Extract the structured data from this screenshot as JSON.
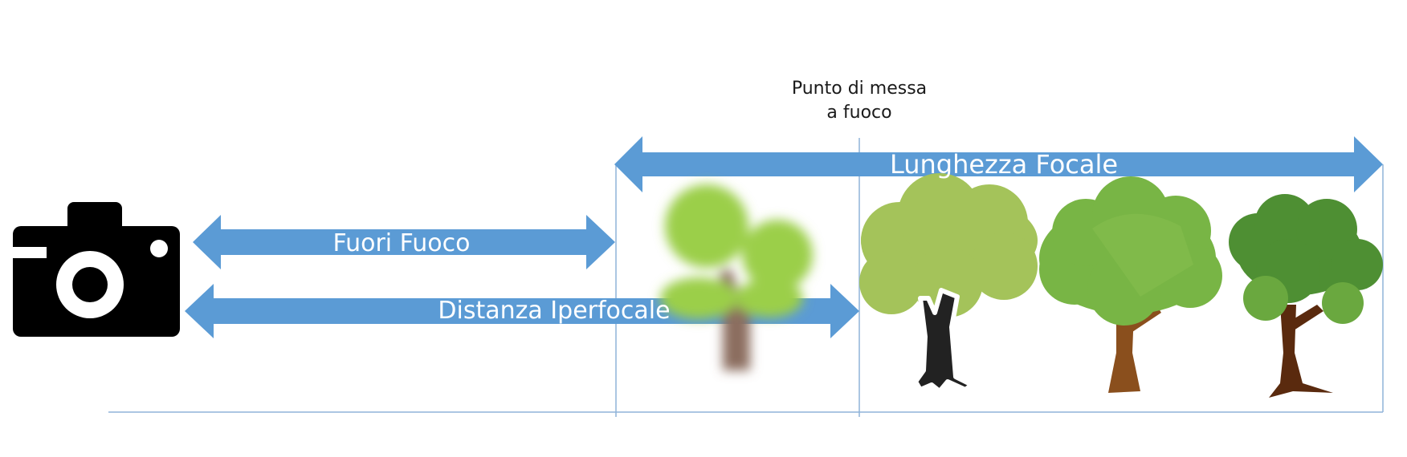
{
  "focus_point": {
    "line1": "Punto di messa",
    "line2": "a fuoco"
  },
  "arrows": {
    "lunghezza_focale": "Lunghezza Focale",
    "fuori_fuoco": "Fuori Fuoco",
    "distanza_iperfocale": "Distanza Iperfocale"
  },
  "colors": {
    "arrow": "#5b9bd5",
    "guide_line": "#8fb3d9",
    "camera": "#000000",
    "tree_light_green": "#a4c35a",
    "tree_mid_green": "#78b545",
    "tree_dark_green": "#4e8f33",
    "trunk_dark": "#222222",
    "trunk_brown": "#8a4f1d"
  },
  "icons": [
    "camera-icon",
    "blurred-tree-icon",
    "tree-icon"
  ]
}
